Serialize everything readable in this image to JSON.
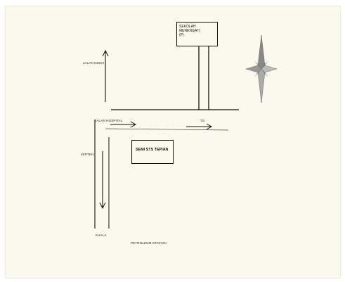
{
  "map": {
    "labels": {
      "top_road": "JALAN KEDAI",
      "left_side": "JERTEH",
      "bottom_left": "KUALA",
      "road_mid": "JALAN HOSPITAL",
      "right_arrow": "TO",
      "bottom": "PETROLEUM STATION"
    },
    "boxes": {
      "top_building": {
        "line1": "SEKOLAH MENENGAH",
        "line2": "(P)"
      },
      "site": "SEMI STS TEPIAN"
    },
    "compass": "compass-rose"
  }
}
